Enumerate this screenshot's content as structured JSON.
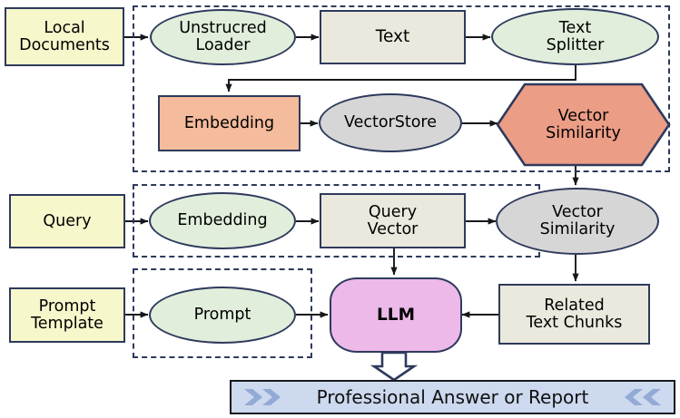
{
  "diagram": {
    "title": "RAG pipeline flow diagram",
    "colors": {
      "outline": "#2e3a5c",
      "yellow": "#f7f7cc",
      "green": "#e1eedb",
      "beige": "#ebe9dd",
      "grey": "#d6d6d6",
      "orange": "#f4bb9c",
      "salmon": "#ec9d86",
      "purple": "#edb9e8",
      "banner_fill": "#ccd9ee",
      "chevron": "#93aad6"
    },
    "groups": [
      {
        "name": "indexing-group",
        "label": ""
      },
      {
        "name": "retrieval-group",
        "label": ""
      },
      {
        "name": "prompt-group",
        "label": ""
      }
    ],
    "nodes": {
      "local_documents": "Local\nDocuments",
      "unstructured_loader": "Unstrucred\nLoader",
      "text": "Text",
      "text_splitter": "Text\nSplitter",
      "embedding_doc": "Embedding",
      "vectorstore": "VectorStore",
      "vector_similarity_doc": "Vector\nSimilarity",
      "query": "Query",
      "embedding_query": "Embedding",
      "query_vector": "Query\nVector",
      "vector_similarity_query": "Vector\nSimilarity",
      "prompt_template": "Prompt\nTemplate",
      "prompt": "Prompt",
      "llm": "LLM",
      "related_text_chunks": "Related\nText Chunks"
    },
    "banner": {
      "text": "Professional Answer or Report",
      "left_icon": "double-chevron-right-icon",
      "right_icon": "double-chevron-left-icon"
    },
    "edges": [
      {
        "from": "local_documents",
        "to": "unstructured_loader"
      },
      {
        "from": "unstructured_loader",
        "to": "text"
      },
      {
        "from": "text",
        "to": "text_splitter"
      },
      {
        "from": "text_splitter",
        "to": "embedding_doc"
      },
      {
        "from": "embedding_doc",
        "to": "vectorstore"
      },
      {
        "from": "vectorstore",
        "to": "vector_similarity_doc"
      },
      {
        "from": "vector_similarity_doc",
        "to": "vector_similarity_query"
      },
      {
        "from": "query",
        "to": "embedding_query"
      },
      {
        "from": "embedding_query",
        "to": "query_vector"
      },
      {
        "from": "query_vector",
        "to": "vector_similarity_query"
      },
      {
        "from": "query_vector",
        "to": "llm"
      },
      {
        "from": "vector_similarity_query",
        "to": "related_text_chunks"
      },
      {
        "from": "related_text_chunks",
        "to": "llm"
      },
      {
        "from": "prompt_template",
        "to": "prompt"
      },
      {
        "from": "prompt",
        "to": "llm"
      },
      {
        "from": "llm",
        "to": "banner"
      }
    ]
  }
}
